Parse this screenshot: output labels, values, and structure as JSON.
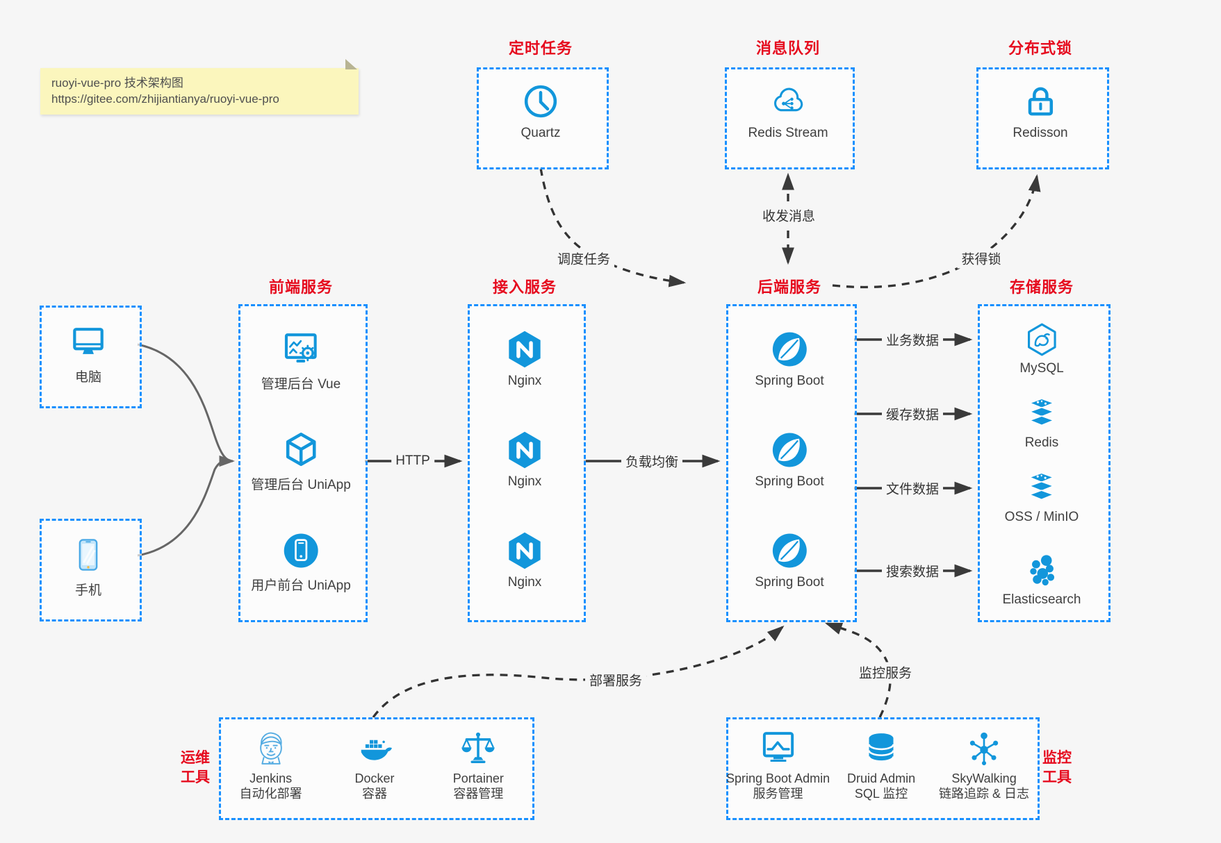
{
  "note": {
    "line1": "ruoyi-vue-pro 技术架构图",
    "line2": "https://gitee.com/zhijiantianya/ruoyi-vue-pro"
  },
  "top_groups": [
    {
      "title": "定时任务",
      "item": {
        "icon": "clock-icon",
        "label": "Quartz"
      }
    },
    {
      "title": "消息队列",
      "item": {
        "icon": "cloud-stream-icon",
        "label": "Redis Stream"
      }
    },
    {
      "title": "分布式锁",
      "item": {
        "icon": "lock-icon",
        "label": "Redisson"
      }
    }
  ],
  "clients": [
    {
      "icon": "desktop-icon",
      "label": "电脑"
    },
    {
      "icon": "smartphone-icon",
      "label": "手机"
    }
  ],
  "columns": [
    {
      "title": "前端服务",
      "items": [
        {
          "icon": "admin-vue-icon",
          "label": "管理后台 Vue"
        },
        {
          "icon": "uniapp-cube-icon",
          "label": "管理后台 UniApp"
        },
        {
          "icon": "user-app-icon",
          "label": "用户前台 UniApp"
        }
      ]
    },
    {
      "title": "接入服务",
      "items": [
        {
          "icon": "nginx-icon",
          "label": "Nginx"
        },
        {
          "icon": "nginx-icon",
          "label": "Nginx"
        },
        {
          "icon": "nginx-icon",
          "label": "Nginx"
        }
      ]
    },
    {
      "title": "后端服务",
      "items": [
        {
          "icon": "spring-boot-icon",
          "label": "Spring Boot"
        },
        {
          "icon": "spring-boot-icon",
          "label": "Spring Boot"
        },
        {
          "icon": "spring-boot-icon",
          "label": "Spring Boot"
        }
      ]
    },
    {
      "title": "存储服务",
      "items": [
        {
          "icon": "mysql-icon",
          "label": "MySQL"
        },
        {
          "icon": "redis-stack-icon",
          "label": "Redis"
        },
        {
          "icon": "storage-stack-icon",
          "label": "OSS / MinIO"
        },
        {
          "icon": "elasticsearch-icon",
          "label": "Elasticsearch"
        }
      ]
    }
  ],
  "bottom_groups": [
    {
      "side": [
        "运维",
        "工具"
      ],
      "items": [
        {
          "icon": "jenkins-icon",
          "label": "Jenkins",
          "sublabel": "自动化部署"
        },
        {
          "icon": "docker-icon",
          "label": "Docker",
          "sublabel": "容器"
        },
        {
          "icon": "portainer-icon",
          "label": "Portainer",
          "sublabel": "容器管理"
        }
      ]
    },
    {
      "side": [
        "监控",
        "工具"
      ],
      "items": [
        {
          "icon": "spring-boot-admin-icon",
          "label": "Spring Boot Admin",
          "sublabel": "服务管理"
        },
        {
          "icon": "druid-icon",
          "label": "Druid Admin",
          "sublabel": "SQL 监控"
        },
        {
          "icon": "skywalking-icon",
          "label": "SkyWalking",
          "sublabel": "链路追踪 & 日志"
        }
      ]
    }
  ],
  "edges": {
    "http": "HTTP",
    "load_balance": "负载均衡",
    "schedule": "调度任务",
    "messaging": "收发消息",
    "acquire_lock": "获得锁",
    "deploy": "部署服务",
    "monitor": "监控服务",
    "storage": [
      "业务数据",
      "缓存数据",
      "文件数据",
      "搜索数据"
    ]
  },
  "colors": {
    "accent_blue": "#1296db",
    "box_border_blue": "#1890ff",
    "title_red": "#e60b1e",
    "note_bg": "#fbf6bd",
    "background": "#f6f6f6",
    "arrow_dark": "#3a3a3a",
    "arrow_gray": "#666666"
  }
}
